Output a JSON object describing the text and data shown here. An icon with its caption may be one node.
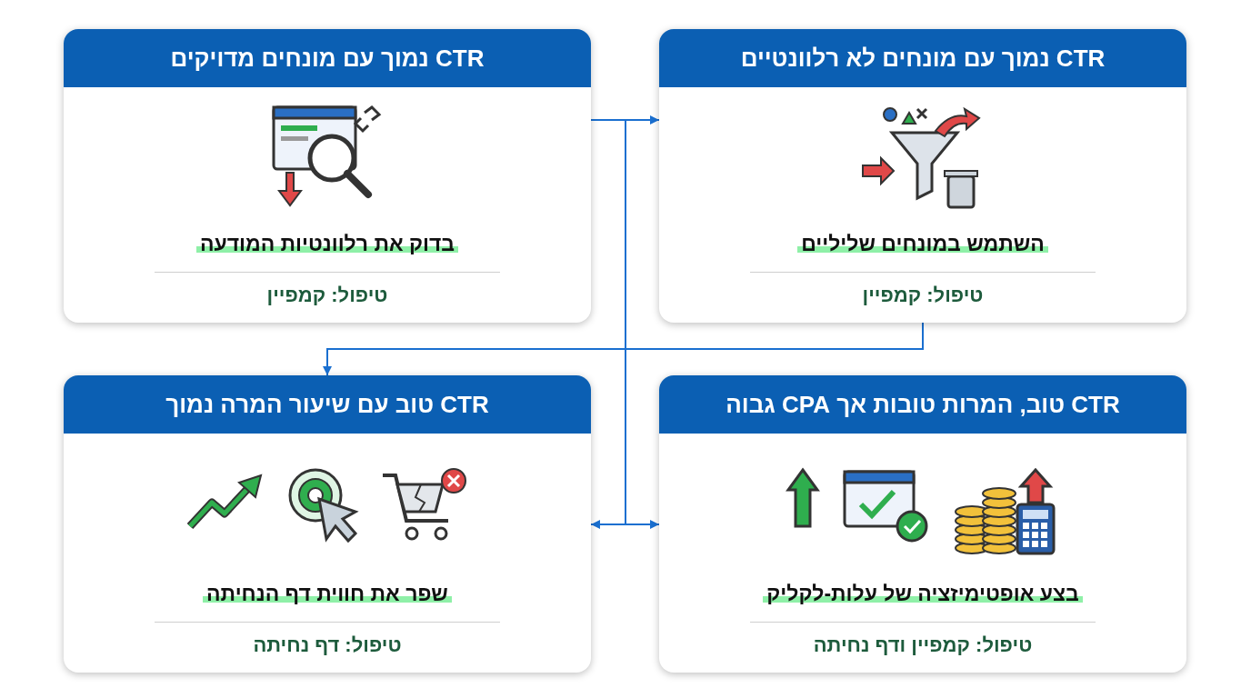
{
  "diagram": {
    "nodes": [
      {
        "text": [
          "CTR נמוך עם מונחים מדויקים",
          "בדוק את רלוונטיות המודעה",
          "טיפול: קמפיין"
        ]
      },
      {
        "text": [
          "CTR נמוך עם מונחים לא רלוונטיים",
          "השתמש במונחים שליליים",
          "טיפול: קמפיין"
        ]
      },
      {
        "text": [
          "CTR טוב עם שיעור המרה נמוך",
          "שפר את חווית דף הנחיתה",
          "טיפול: דף נחיתה"
        ]
      },
      {
        "text": [
          "CTR טוב, המרות טובות אך CPA גבוה",
          "בצע אופטימיזציה של עלות-לקליק",
          "טיפול: קמפיין ודף נחיתה"
        ]
      }
    ],
    "edges": [
      {
        "from": 0,
        "to": 1,
        "arrow": "to"
      },
      {
        "from": 1,
        "to": 2,
        "arrow": "to"
      },
      {
        "from": 0,
        "to": 2,
        "arrow": "to"
      },
      {
        "from": 0,
        "to": 3,
        "arrow": "to"
      }
    ]
  }
}
